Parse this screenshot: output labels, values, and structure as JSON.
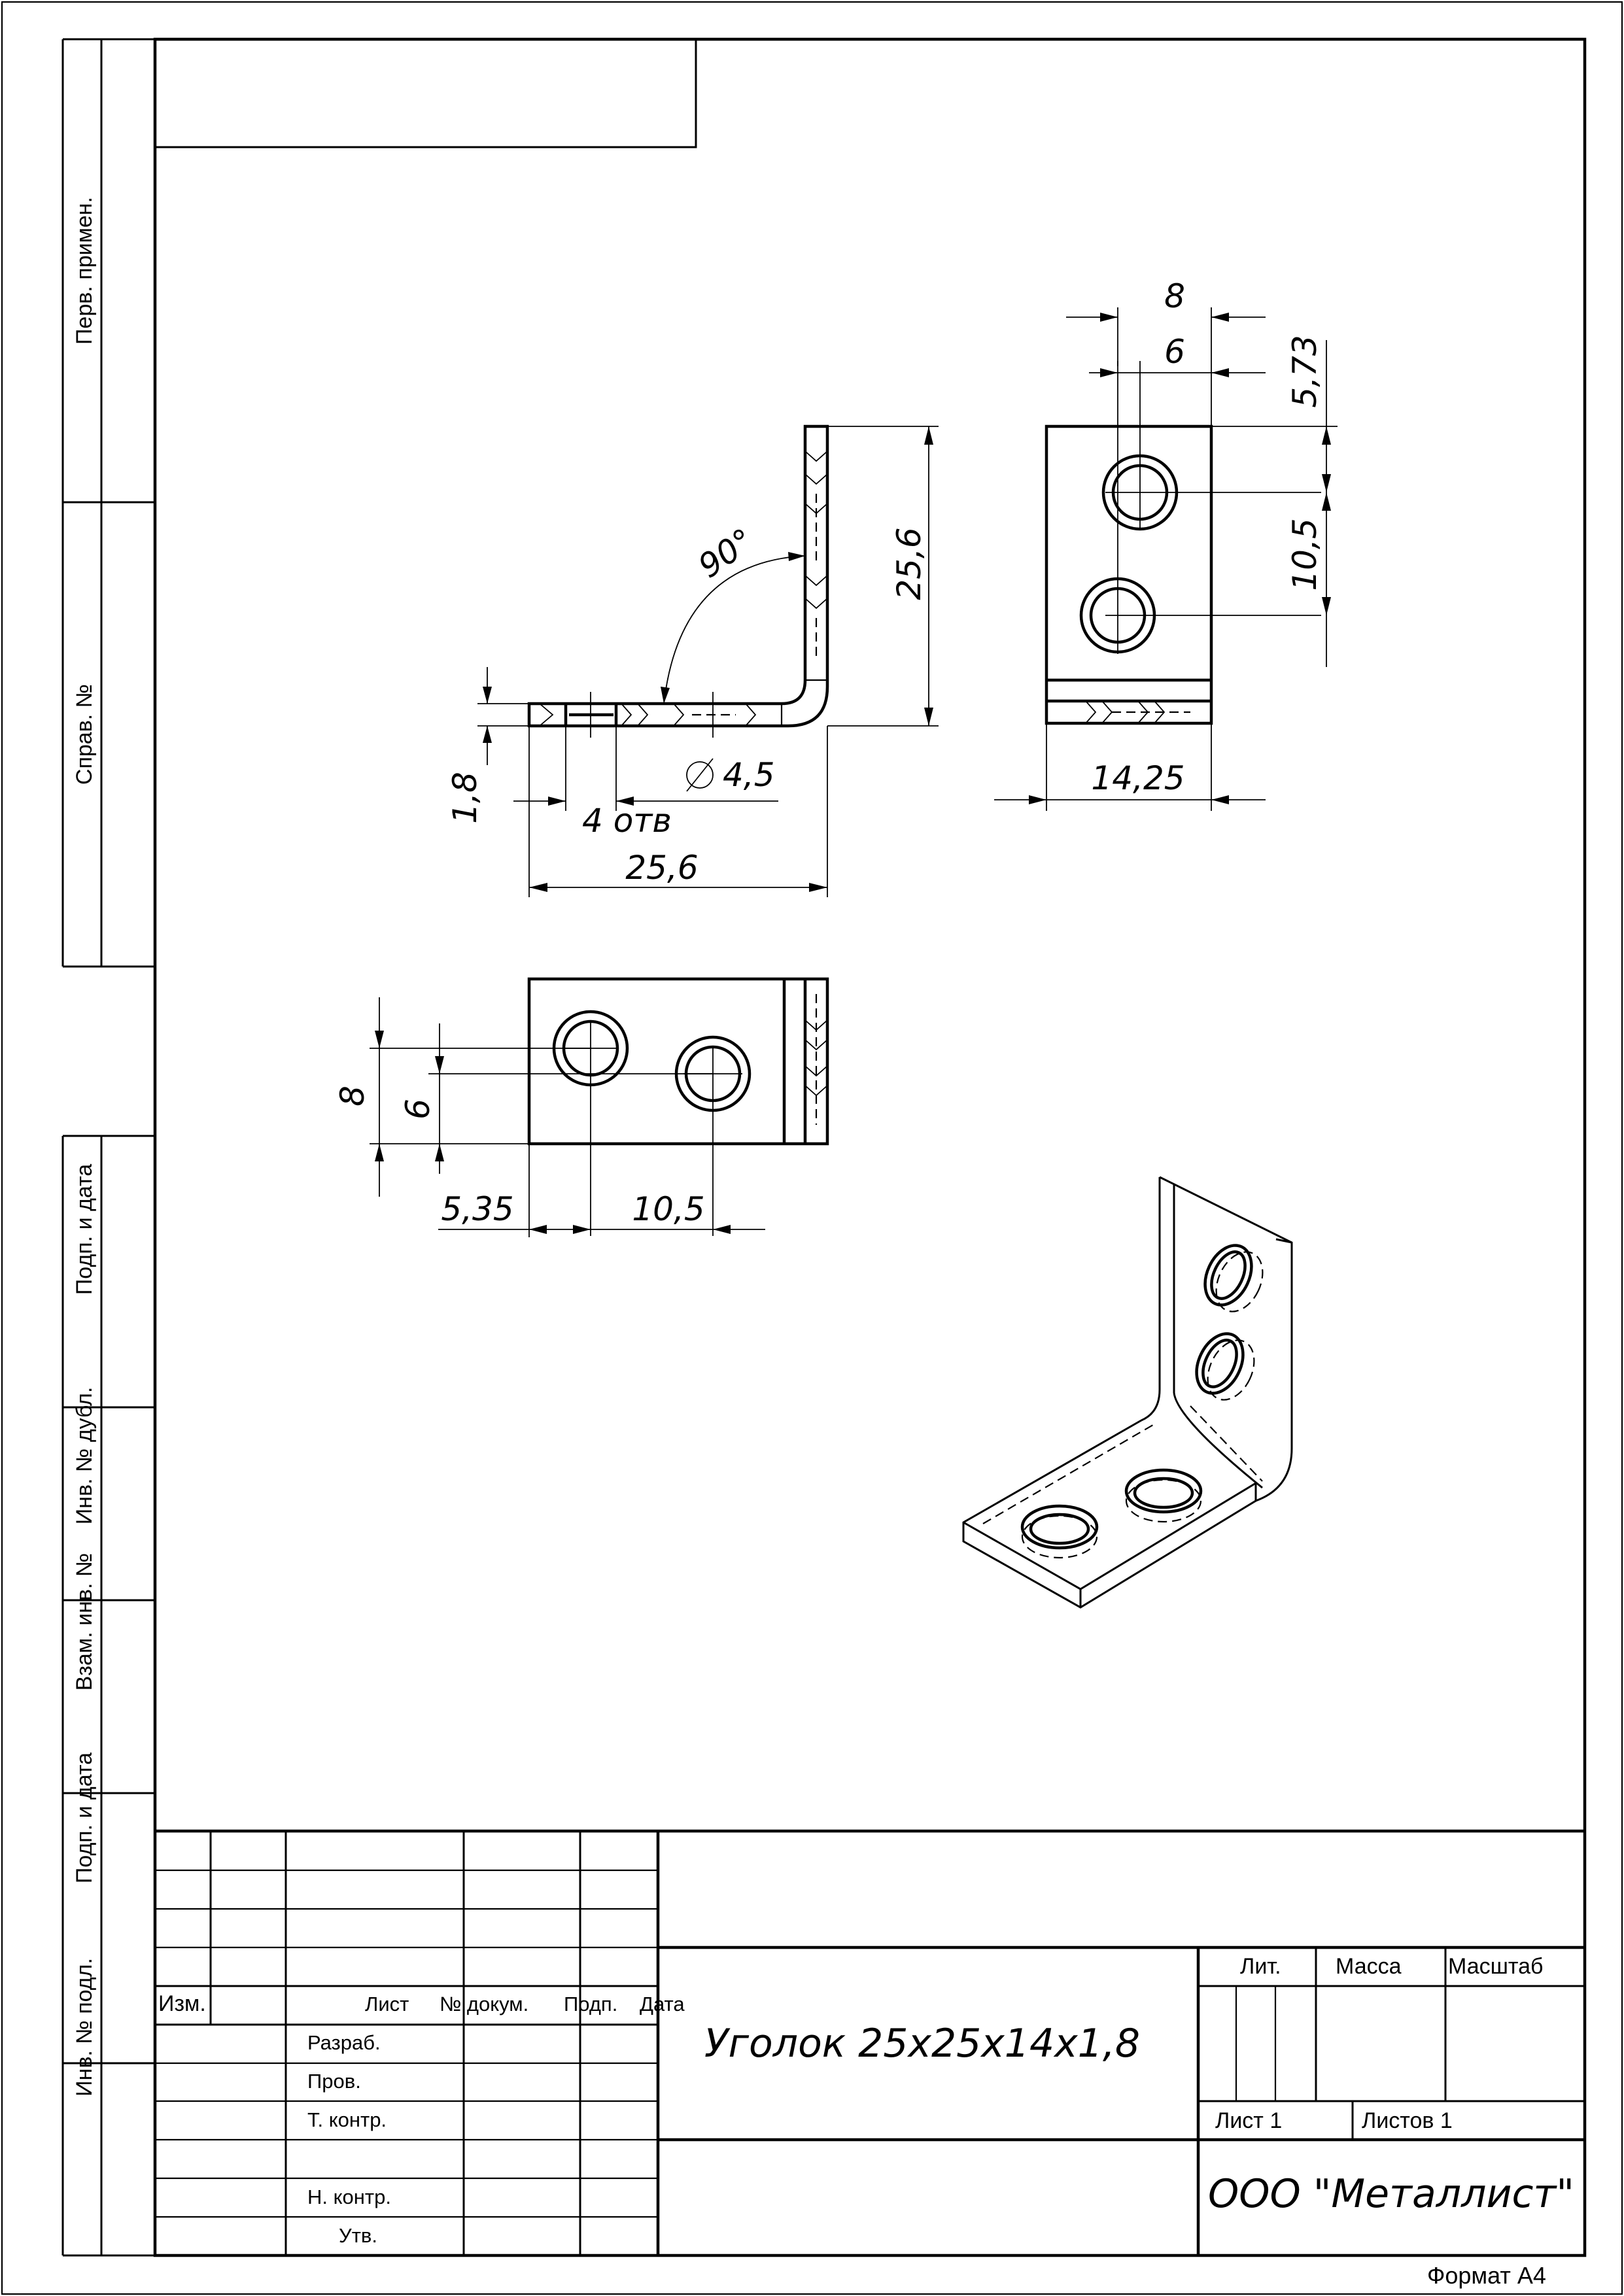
{
  "drawing_title": "Уголок 25х25х14х1,8",
  "company": "ООО \"Металлист\"",
  "format": "Формат А4",
  "side_labels": {
    "perv_primen": "Перв. примен.",
    "sprav_no": "Справ. №",
    "podp_data_1": "Подп. и дата",
    "inv_dubl": "Инв. № дубл.",
    "vzam_inv": "Взам. инв. №",
    "podp_data_2": "Подп. и дата",
    "inv_podl": "Инв. № подл."
  },
  "title_block": {
    "izm": "Изм.",
    "list": "Лист",
    "no_dokum": "№ докум.",
    "podp": "Подп.",
    "data": "Дата",
    "razrab": "Разраб.",
    "prov": "Пров.",
    "t_kontr": "Т. контр.",
    "n_kontr": "Н. контр.",
    "utv": "Утв.",
    "lit": "Лит.",
    "massa": "Масса",
    "masshtab": "Масштаб",
    "sheet": "Лист 1",
    "sheets": "Листов 1"
  },
  "dimensions": {
    "front_height": "25,6",
    "front_width": "25,6",
    "thickness": "1,8",
    "angle": "90°",
    "hole_dia": "4,5",
    "hole_count": "4  отв",
    "side_w8": "8",
    "side_w6": "6",
    "side_top": "5,73",
    "side_pitch": "10,5",
    "side_width": "14,25",
    "top_h8": "8",
    "top_h6": "6",
    "top_x1": "5,35",
    "top_pitch": "10,5"
  }
}
